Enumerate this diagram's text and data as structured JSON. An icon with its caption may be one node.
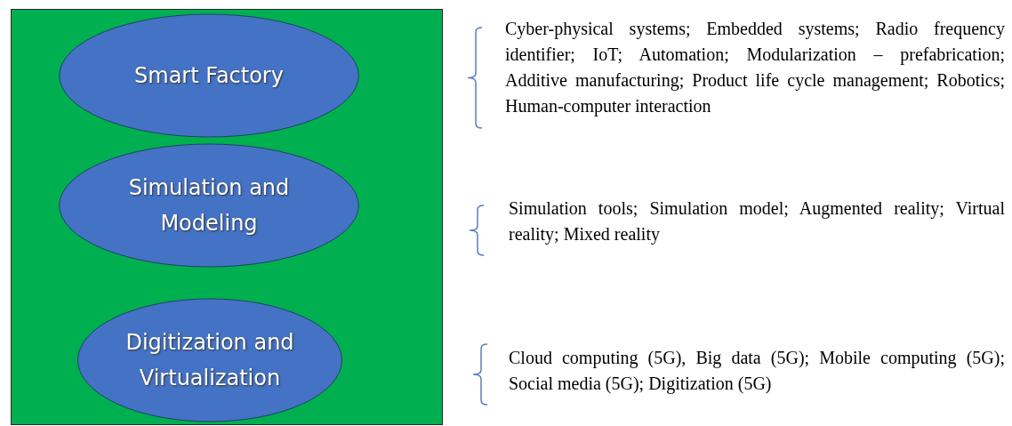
{
  "diagram": {
    "nodes": [
      {
        "text": [],
        "shape": "box"
      },
      {
        "text": [
          "Smart Factory"
        ],
        "in": 0
      },
      {
        "text": [
          "Simulation and Modeling"
        ],
        "in": 0
      },
      {
        "text": [
          "Digitization and Virtualization"
        ],
        "in": 0
      }
    ],
    "labels": [
      "Cyber-physical systems; Embedded systems; Radio frequency identifier; IoT; Automation; Modularization – prefabrication; Additive manufacturing; Product life cycle management; Robotics; Human-computer interaction",
      "Simulation tools; Simulation model; Augmented reality; Virtual reality; Mixed reality",
      "Cloud computing (5G), Big data (5G); Mobile computing (5G); Social media (5G); Digitization (5G)"
    ]
  }
}
